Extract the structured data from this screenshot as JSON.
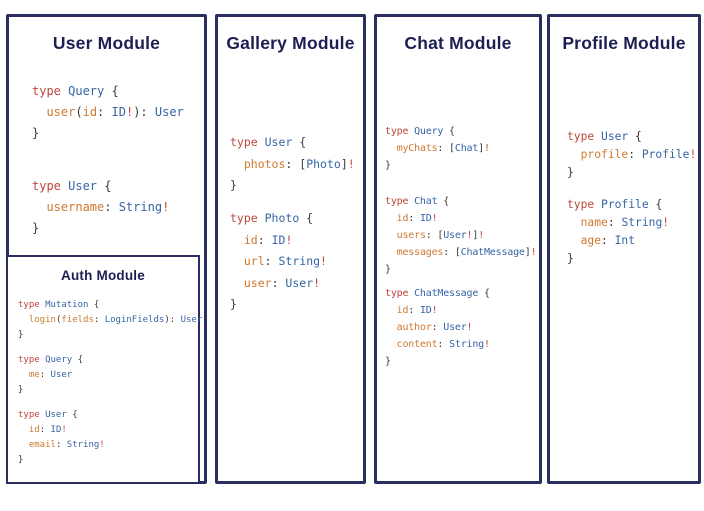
{
  "colors": {
    "border_navy": "#2a2d5f",
    "title_navy": "#1c1f52",
    "keyword_red": "#bf463a",
    "type_blue": "#3565a5",
    "field_orange": "#ce7a30",
    "punctuation_dark": "#3a3a3a",
    "background": "#ffffff"
  },
  "panels": [
    {
      "title": "User Module",
      "blocks": [
        [
          [
            [
              "kw",
              "type "
            ],
            [
              "ty",
              "Query "
            ],
            [
              "pu",
              "{"
            ]
          ],
          [
            [
              "pu",
              "  "
            ],
            [
              "fd",
              "user"
            ],
            [
              "pu",
              "("
            ],
            [
              "fd",
              "id"
            ],
            [
              "pu",
              ": "
            ],
            [
              "ty",
              "ID"
            ],
            [
              "kw",
              "!"
            ],
            [
              "pu",
              "): "
            ],
            [
              "ty",
              "User"
            ]
          ],
          [
            [
              "pu",
              "}"
            ]
          ]
        ],
        [
          [
            [
              "kw",
              "type "
            ],
            [
              "ty",
              "User "
            ],
            [
              "pu",
              "{"
            ]
          ],
          [
            [
              "pu",
              "  "
            ],
            [
              "fd",
              "username"
            ],
            [
              "pu",
              ": "
            ],
            [
              "ty",
              "String"
            ],
            [
              "kw",
              "!"
            ]
          ],
          [
            [
              "pu",
              "}"
            ]
          ]
        ]
      ]
    },
    {
      "title": "Gallery Module",
      "blocks": [
        [
          [
            [
              "kw",
              "type "
            ],
            [
              "ty",
              "User "
            ],
            [
              "pu",
              "{"
            ]
          ],
          [
            [
              "pu",
              "  "
            ],
            [
              "fd",
              "photos"
            ],
            [
              "pu",
              ": ["
            ],
            [
              "ty",
              "Photo"
            ],
            [
              "pu",
              "]"
            ],
            [
              "kw",
              "!"
            ]
          ],
          [
            [
              "pu",
              "}"
            ]
          ]
        ],
        [
          [
            [
              "kw",
              "type "
            ],
            [
              "ty",
              "Photo "
            ],
            [
              "pu",
              "{"
            ]
          ],
          [
            [
              "pu",
              "  "
            ],
            [
              "fd",
              "id"
            ],
            [
              "pu",
              ": "
            ],
            [
              "ty",
              "ID"
            ],
            [
              "kw",
              "!"
            ]
          ],
          [
            [
              "pu",
              "  "
            ],
            [
              "fd",
              "url"
            ],
            [
              "pu",
              ": "
            ],
            [
              "ty",
              "String"
            ],
            [
              "kw",
              "!"
            ]
          ],
          [
            [
              "pu",
              "  "
            ],
            [
              "fd",
              "user"
            ],
            [
              "pu",
              ": "
            ],
            [
              "ty",
              "User"
            ],
            [
              "kw",
              "!"
            ]
          ],
          [
            [
              "pu",
              "}"
            ]
          ]
        ]
      ]
    },
    {
      "title": "Chat Module",
      "blocks": [
        [
          [
            [
              "kw",
              "type "
            ],
            [
              "ty",
              "Query "
            ],
            [
              "pu",
              "{"
            ]
          ],
          [
            [
              "pu",
              "  "
            ],
            [
              "fd",
              "myChats"
            ],
            [
              "pu",
              ": ["
            ],
            [
              "ty",
              "Chat"
            ],
            [
              "pu",
              "]"
            ],
            [
              "kw",
              "!"
            ]
          ],
          [
            [
              "pu",
              "}"
            ]
          ]
        ],
        [
          [
            [
              "kw",
              "type "
            ],
            [
              "ty",
              "Chat "
            ],
            [
              "pu",
              "{"
            ]
          ],
          [
            [
              "pu",
              "  "
            ],
            [
              "fd",
              "id"
            ],
            [
              "pu",
              ": "
            ],
            [
              "ty",
              "ID"
            ],
            [
              "kw",
              "!"
            ]
          ],
          [
            [
              "pu",
              "  "
            ],
            [
              "fd",
              "users"
            ],
            [
              "pu",
              ": ["
            ],
            [
              "ty",
              "User"
            ],
            [
              "kw",
              "!"
            ],
            [
              "pu",
              "]"
            ],
            [
              "kw",
              "!"
            ]
          ],
          [
            [
              "pu",
              "  "
            ],
            [
              "fd",
              "messages"
            ],
            [
              "pu",
              ": ["
            ],
            [
              "ty",
              "ChatMessage"
            ],
            [
              "pu",
              "]"
            ],
            [
              "kw",
              "!"
            ]
          ],
          [
            [
              "pu",
              "}"
            ]
          ]
        ],
        [
          [
            [
              "kw",
              "type "
            ],
            [
              "ty",
              "ChatMessage "
            ],
            [
              "pu",
              "{"
            ]
          ],
          [
            [
              "pu",
              "  "
            ],
            [
              "fd",
              "id"
            ],
            [
              "pu",
              ": "
            ],
            [
              "ty",
              "ID"
            ],
            [
              "kw",
              "!"
            ]
          ],
          [
            [
              "pu",
              "  "
            ],
            [
              "fd",
              "author"
            ],
            [
              "pu",
              ": "
            ],
            [
              "ty",
              "User"
            ],
            [
              "kw",
              "!"
            ]
          ],
          [
            [
              "pu",
              "  "
            ],
            [
              "fd",
              "content"
            ],
            [
              "pu",
              ": "
            ],
            [
              "ty",
              "String"
            ],
            [
              "kw",
              "!"
            ]
          ],
          [
            [
              "pu",
              "}"
            ]
          ]
        ]
      ]
    },
    {
      "title": "Profile Module",
      "blocks": [
        [
          [
            [
              "kw",
              "type "
            ],
            [
              "ty",
              "User "
            ],
            [
              "pu",
              "{"
            ]
          ],
          [
            [
              "pu",
              "  "
            ],
            [
              "fd",
              "profile"
            ],
            [
              "pu",
              ": "
            ],
            [
              "ty",
              "Profile"
            ],
            [
              "kw",
              "!"
            ]
          ],
          [
            [
              "pu",
              "}"
            ]
          ]
        ],
        [
          [
            [
              "kw",
              "type "
            ],
            [
              "ty",
              "Profile "
            ],
            [
              "pu",
              "{"
            ]
          ],
          [
            [
              "pu",
              "  "
            ],
            [
              "fd",
              "name"
            ],
            [
              "pu",
              ": "
            ],
            [
              "ty",
              "String"
            ],
            [
              "kw",
              "!"
            ]
          ],
          [
            [
              "pu",
              "  "
            ],
            [
              "fd",
              "age"
            ],
            [
              "pu",
              ": "
            ],
            [
              "ty",
              "Int"
            ]
          ],
          [
            [
              "pu",
              "}"
            ]
          ]
        ]
      ]
    }
  ],
  "auth_module": {
    "title": "Auth Module",
    "blocks": [
      [
        [
          [
            "kw",
            "type "
          ],
          [
            "ty",
            "Mutation "
          ],
          [
            "pu",
            "{"
          ]
        ],
        [
          [
            "pu",
            "  "
          ],
          [
            "fd",
            "login"
          ],
          [
            "pu",
            "("
          ],
          [
            "fd",
            "fields"
          ],
          [
            "pu",
            ": "
          ],
          [
            "ty",
            "LoginFields"
          ],
          [
            "pu",
            "): "
          ],
          [
            "ty",
            "User"
          ]
        ],
        [
          [
            "pu",
            "}"
          ]
        ]
      ],
      [
        [
          [
            "kw",
            "type "
          ],
          [
            "ty",
            "Query "
          ],
          [
            "pu",
            "{"
          ]
        ],
        [
          [
            "pu",
            "  "
          ],
          [
            "fd",
            "me"
          ],
          [
            "pu",
            ": "
          ],
          [
            "ty",
            "User"
          ]
        ],
        [
          [
            "pu",
            "}"
          ]
        ]
      ],
      [
        [
          [
            "kw",
            "type "
          ],
          [
            "ty",
            "User "
          ],
          [
            "pu",
            "{"
          ]
        ],
        [
          [
            "pu",
            "  "
          ],
          [
            "fd",
            "id"
          ],
          [
            "pu",
            ": "
          ],
          [
            "ty",
            "ID"
          ],
          [
            "kw",
            "!"
          ]
        ],
        [
          [
            "pu",
            "  "
          ],
          [
            "fd",
            "email"
          ],
          [
            "pu",
            ": "
          ],
          [
            "ty",
            "String"
          ],
          [
            "kw",
            "!"
          ]
        ],
        [
          [
            "pu",
            "}"
          ]
        ]
      ]
    ]
  }
}
